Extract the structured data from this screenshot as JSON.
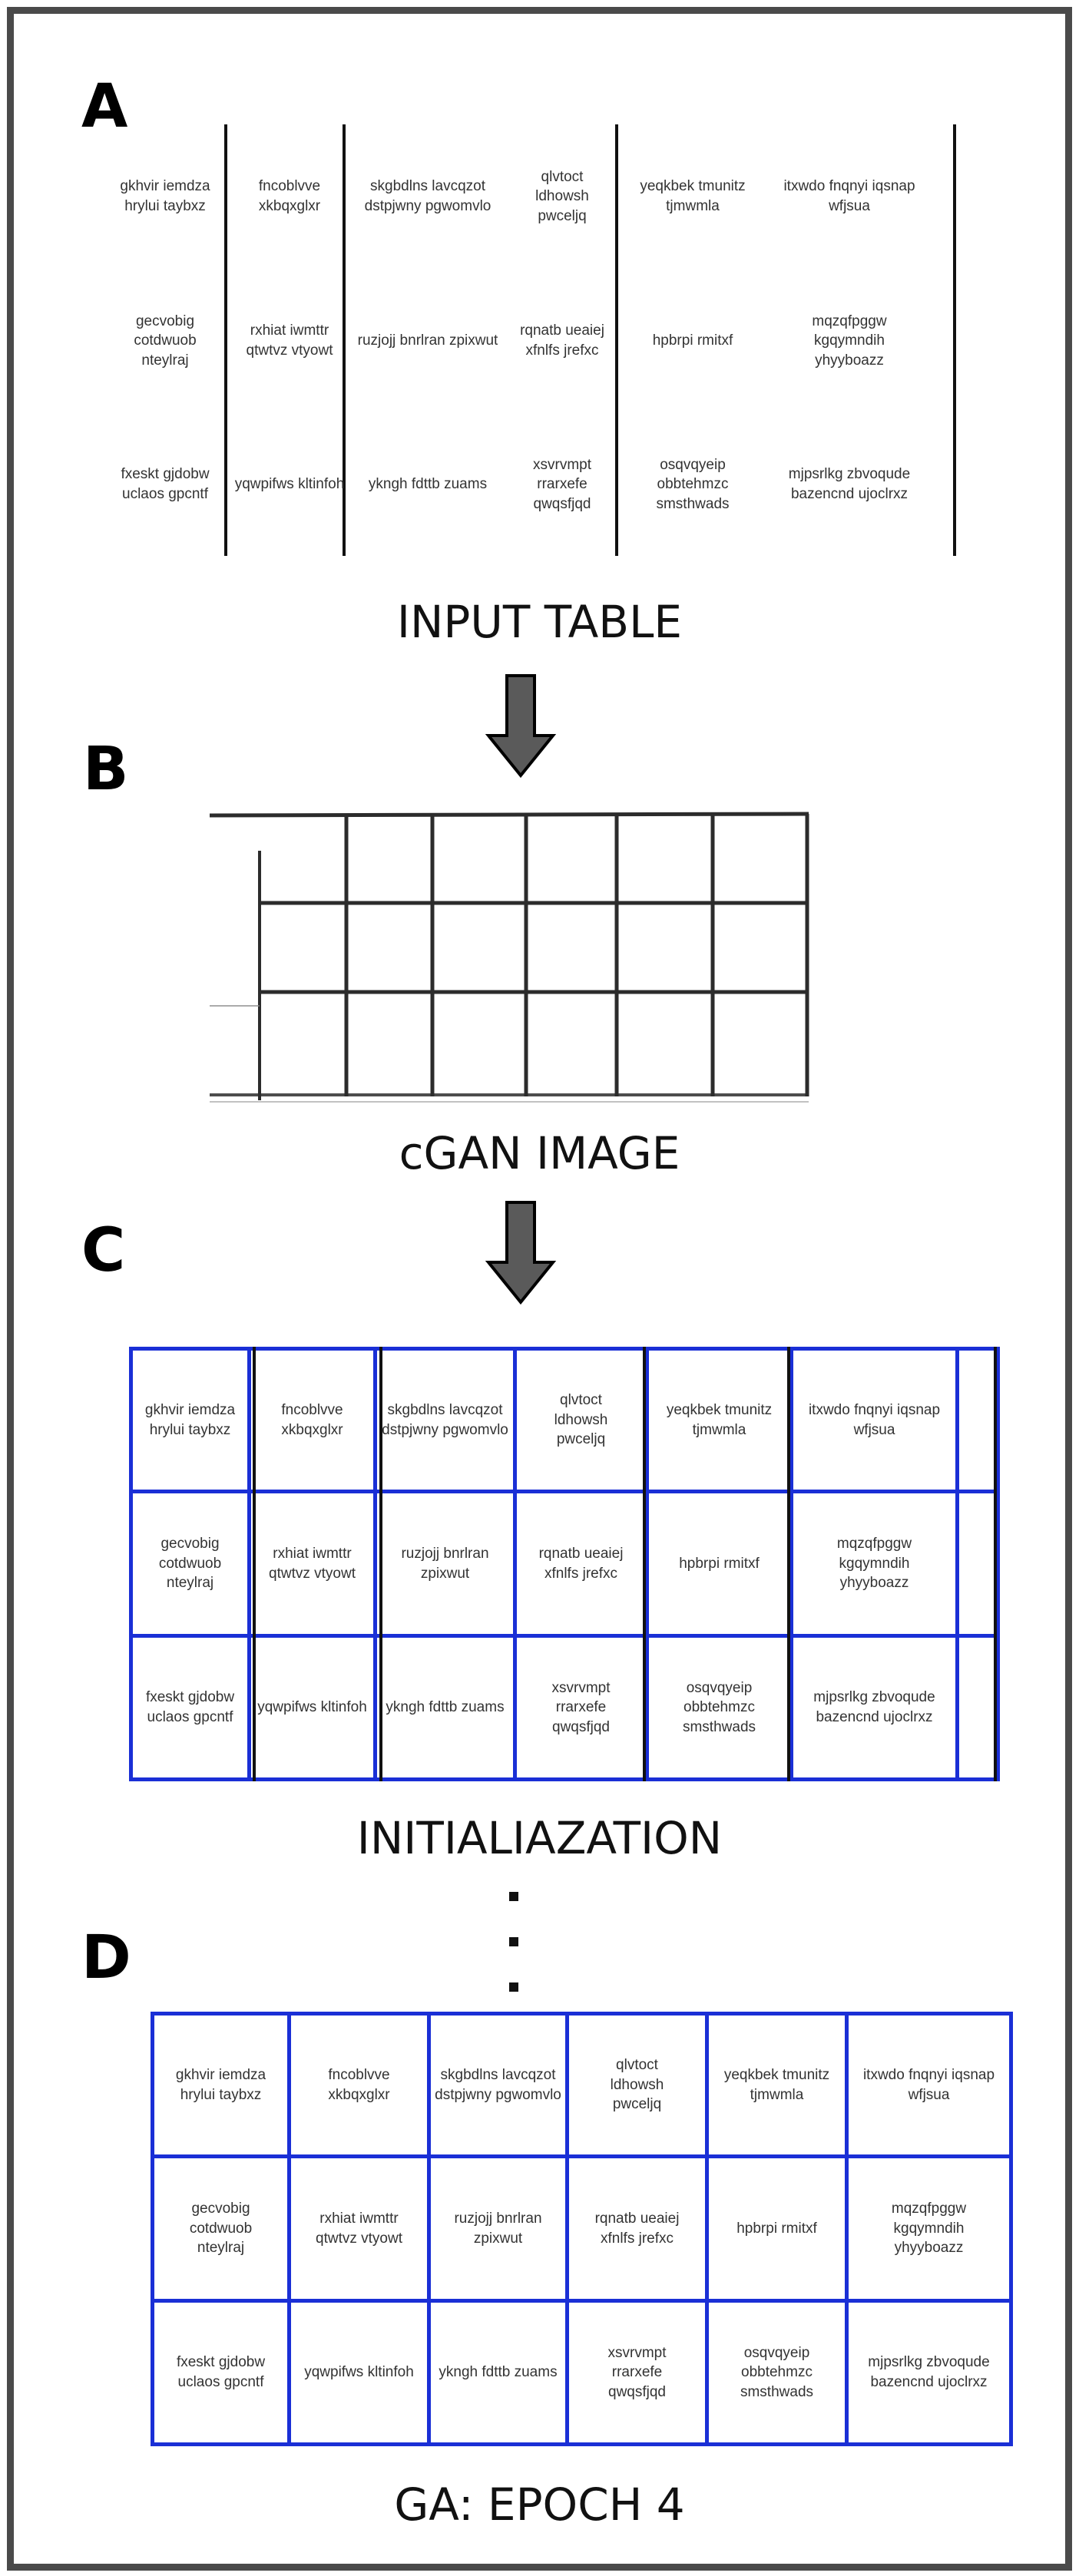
{
  "panels": {
    "a": {
      "letter": "A",
      "caption": "INPUT TABLE"
    },
    "b": {
      "letter": "B",
      "caption": "cGAN IMAGE"
    },
    "c": {
      "letter": "C",
      "caption": "INITIALIAZATION"
    },
    "d": {
      "letter": "D",
      "caption": "GA: EPOCH 4"
    }
  },
  "table_cells": [
    [
      "gkhvir iemdza\nhrylui taybxz",
      "fncoblvve\nxkbqxglxr",
      "skgbdlns lavcqzot\ndstpjwny pgwomvlo",
      "qlvtoct\nldhowsh\npwceljq",
      "yeqkbek tmunitz\ntjmwmla",
      "itxwdo fnqnyi iqsnap\nwfjsua"
    ],
    [
      "gecvobig\ncotdwuob\nnteylraj",
      "rxhiat iwmttr\nqtwtvz vtyowt",
      "ruzjojj bnrlran zpixwut",
      "rqnatb ueaiej\nxfnlfs jrefxc",
      "hpbrpi rmitxf",
      "mqzqfpggw\nkgqymndih\nyhyyboazz"
    ],
    [
      "fxeskt gjdobw\nuclaos gpcntf",
      "yqwpifws kltinfoh",
      "ykngh fdttb zuams",
      "xsvrvmpt\nrrarxefe\nqwqsfjqd",
      "osqvqyeip\nobbtehmzc\nsmsthwads",
      "mjpsrlkg zbvoqude\nbazencnd ujoclrxz"
    ]
  ],
  "colors": {
    "grid_blue": "#1a2fd6",
    "arrow_fill": "#5a5a5a",
    "frame": "#4a4a4a"
  },
  "icons": {
    "arrow": "down-arrow-icon",
    "ellipsis": "vertical-ellipsis-icon"
  }
}
